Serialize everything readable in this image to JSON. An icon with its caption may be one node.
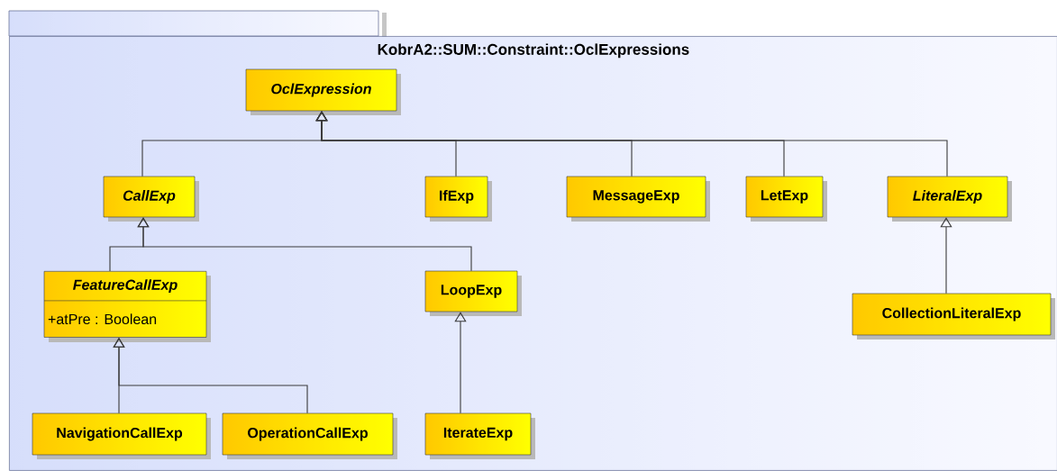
{
  "diagram": {
    "nodes": [
      {
        "text": [
          "KobrA2::SUM::Constraint::OclExpressions"
        ]
      },
      {
        "text": [
          "OclExpression"
        ],
        "in": 0
      },
      {
        "text": [
          "CallExp"
        ],
        "in": 0
      },
      {
        "text": [
          "IfExp"
        ],
        "in": 0
      },
      {
        "text": [
          "MessageExp"
        ],
        "in": 0
      },
      {
        "text": [
          "LetExp"
        ],
        "in": 0
      },
      {
        "text": [
          "LiteralExp"
        ],
        "in": 0
      },
      {
        "text": [
          "FeatureCallExp",
          "+atPre : Boolean"
        ],
        "in": 0
      },
      {
        "text": [
          "LoopExp"
        ],
        "in": 0
      },
      {
        "text": [
          "CollectionLiteralExp"
        ],
        "in": 0
      },
      {
        "text": [
          "NavigationCallExp"
        ],
        "in": 0
      },
      {
        "text": [
          "OperationCallExp"
        ],
        "in": 0
      },
      {
        "text": [
          "IterateExp"
        ],
        "in": 0
      }
    ],
    "edges": [
      {
        "from": 2,
        "to": 1,
        "arrow": "to"
      },
      {
        "from": 3,
        "to": 1,
        "arrow": "to"
      },
      {
        "from": 4,
        "to": 1,
        "arrow": "to"
      },
      {
        "from": 5,
        "to": 1,
        "arrow": "to"
      },
      {
        "from": 6,
        "to": 1,
        "arrow": "to"
      },
      {
        "from": 7,
        "to": 2,
        "arrow": "to"
      },
      {
        "from": 8,
        "to": 2,
        "arrow": "to"
      },
      {
        "from": 10,
        "to": 7,
        "arrow": "to"
      },
      {
        "from": 11,
        "to": 7,
        "arrow": "to"
      },
      {
        "from": 12,
        "to": 8,
        "arrow": "to"
      },
      {
        "from": 9,
        "to": 6,
        "arrow": "to"
      }
    ]
  }
}
